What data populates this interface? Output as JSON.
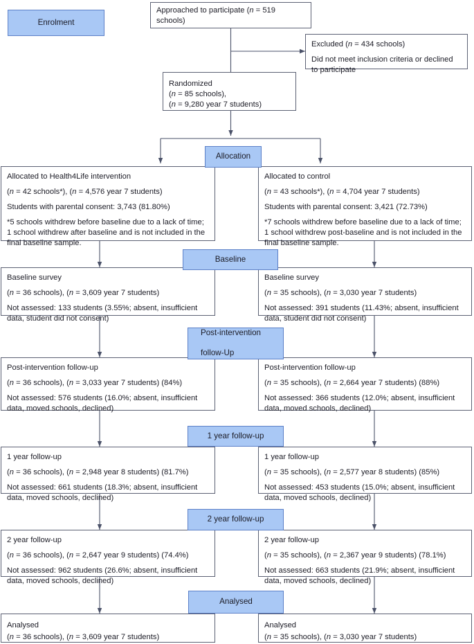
{
  "diagram": {
    "title": "CONSORT participant flow diagram",
    "colors": {
      "stage_fill": "#a9c8f5",
      "stage_border": "#5b7fc7",
      "box_border": "#5b6073",
      "text": "#1b1b25",
      "connector": "#4a5168"
    }
  },
  "stages": {
    "enrolment": "Enrolment",
    "allocation": "Allocation",
    "baseline": "Baseline",
    "post_intervention_line1": "Post-intervention",
    "post_intervention_line2": "follow-Up",
    "one_year": "1 year follow-up",
    "two_year": "2 year follow-up",
    "analysed": "Analysed"
  },
  "enrolment": {
    "approached": "Approached to participate (n = 519 schools)",
    "excluded_line1": "Excluded (n = 434 schools)",
    "excluded_line2": "Did not meet inclusion criteria or declined to participate",
    "randomized_line1": "Randomized",
    "randomized_line2": "(n = 85 schools),",
    "randomized_line3": "(n = 9,280 year 7 students)"
  },
  "allocation": {
    "intervention": {
      "line1": "Allocated to Health4Life intervention",
      "line2": "(n = 42 schools*), (n = 4,576 year 7 students)",
      "line3": "Students with parental consent: 3,743 (81.80%)",
      "footnote": "*5 schools withdrew before baseline due to a lack of time; 1 school withdrew after baseline and is not included in the final baseline sample."
    },
    "control": {
      "line1": "Allocated to control",
      "line2": "(n = 43 schools*), (n = 4,704 year 7 students)",
      "line3": "Students with parental consent: 3,421 (72.73%)",
      "footnote": "*7 schools withdrew before baseline due to a lack of time; 1 school withdrew post-baseline and is not included  in the final baseline sample."
    }
  },
  "baseline": {
    "intervention": {
      "line1": "Baseline survey",
      "line2": "(n = 36 schools), (n = 3,609 year 7 students)",
      "line3": "Not assessed: 133 students (3.55%; absent, insufficient data, student did not consent)"
    },
    "control": {
      "line1": "Baseline survey",
      "line2": "(n = 35 schools), (n = 3,030 year 7 students)",
      "line3": "Not assessed: 391 students (11.43%; absent, insufficient data, student did not consent)"
    }
  },
  "post_intervention": {
    "intervention": {
      "line1": "Post-intervention follow-up",
      "line2": "(n = 36 schools), (n = 3,033 year 7 students) (84%)",
      "line3": "Not assessed: 576 students (16.0%; absent, insufficient data, moved schools, declined)"
    },
    "control": {
      "line1": "Post-intervention follow-up",
      "line2": "(n = 35 schools), (n = 2,664 year 7 students) (88%)",
      "line3": "Not assessed: 366 students (12.0%; absent, insufficient data, moved schools, declined)"
    }
  },
  "one_year": {
    "intervention": {
      "line1": "1 year follow-up",
      "line2": "(n = 36 schools), (n = 2,948 year 8 students) (81.7%)",
      "line3": "Not assessed: 661 students (18.3%; absent, insufficient data, moved schools, declined)"
    },
    "control": {
      "line1": "1 year follow-up",
      "line2": "(n = 35 schools), (n = 2,577 year 8 students) (85%)",
      "line3": "Not assessed: 453 students (15.0%; absent, insufficient data, moved schools, declined)"
    }
  },
  "two_year": {
    "intervention": {
      "line1": "2 year follow-up",
      "line2": "(n = 36 schools), (n = 2,647 year 9 students) (74.4%)",
      "line3": "Not assessed: 962 students (26.6%; absent, insufficient data, moved schools, declined)"
    },
    "control": {
      "line1": "2 year follow-up",
      "line2": "(n = 35 schools), (n = 2,367 year 9 students) (78.1%)",
      "line3": "Not assessed: 663 students (21.9%; absent, insufficient data, moved schools, declined)"
    }
  },
  "analysed": {
    "intervention": {
      "line1": "Analysed",
      "line2": "(n = 36 schools), (n = 3,609 year 7 students)"
    },
    "control": {
      "line1": "Analysed",
      "line2": "(n = 35 schools), (n = 3,030 year 7 students)"
    }
  }
}
